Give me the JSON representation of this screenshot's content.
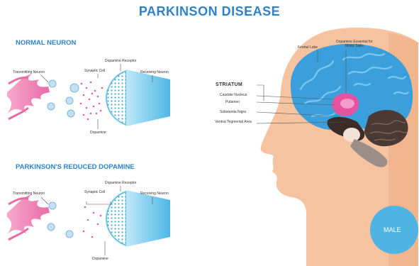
{
  "title": "PARKINSON DISEASE",
  "normal": {
    "heading": "NORMAL NEURON",
    "transmitting": "Transmitting Neuron",
    "synaptic": "Synaptic Cell",
    "receptor": "Dopamine Receptor",
    "receiving": "Receiving Neuron",
    "dopamine": "Dopamine"
  },
  "reduced": {
    "heading": "PARKINSON'S REDUCED DOPAMINE",
    "transmitting": "Transmitting Neuron",
    "synaptic": "Synaptic Cell",
    "receptor": "Dopamine Receptor",
    "receiving": "Receiving Neuron",
    "dopamine": "Dopamine"
  },
  "brain": {
    "frontal_lobe": "Frontal Lobe",
    "dopamine_essential": "Dopamine Essential for Motor Skills",
    "striatum": "STRIATUM",
    "caudate": "Caudate Nucleus",
    "putamen": "Putamen",
    "substantia": "Substantia Nigra",
    "ventral": "Ventral Tegmental Area",
    "gender": "MALE"
  },
  "colors": {
    "title": "#2f82c8",
    "neuron_pink": "#ec7fb5",
    "receptor_blue": "#6cc6ea",
    "skin": "#f6c3a0",
    "brain_blue": "#3b9fdc",
    "badge": "#4fb3e3"
  }
}
